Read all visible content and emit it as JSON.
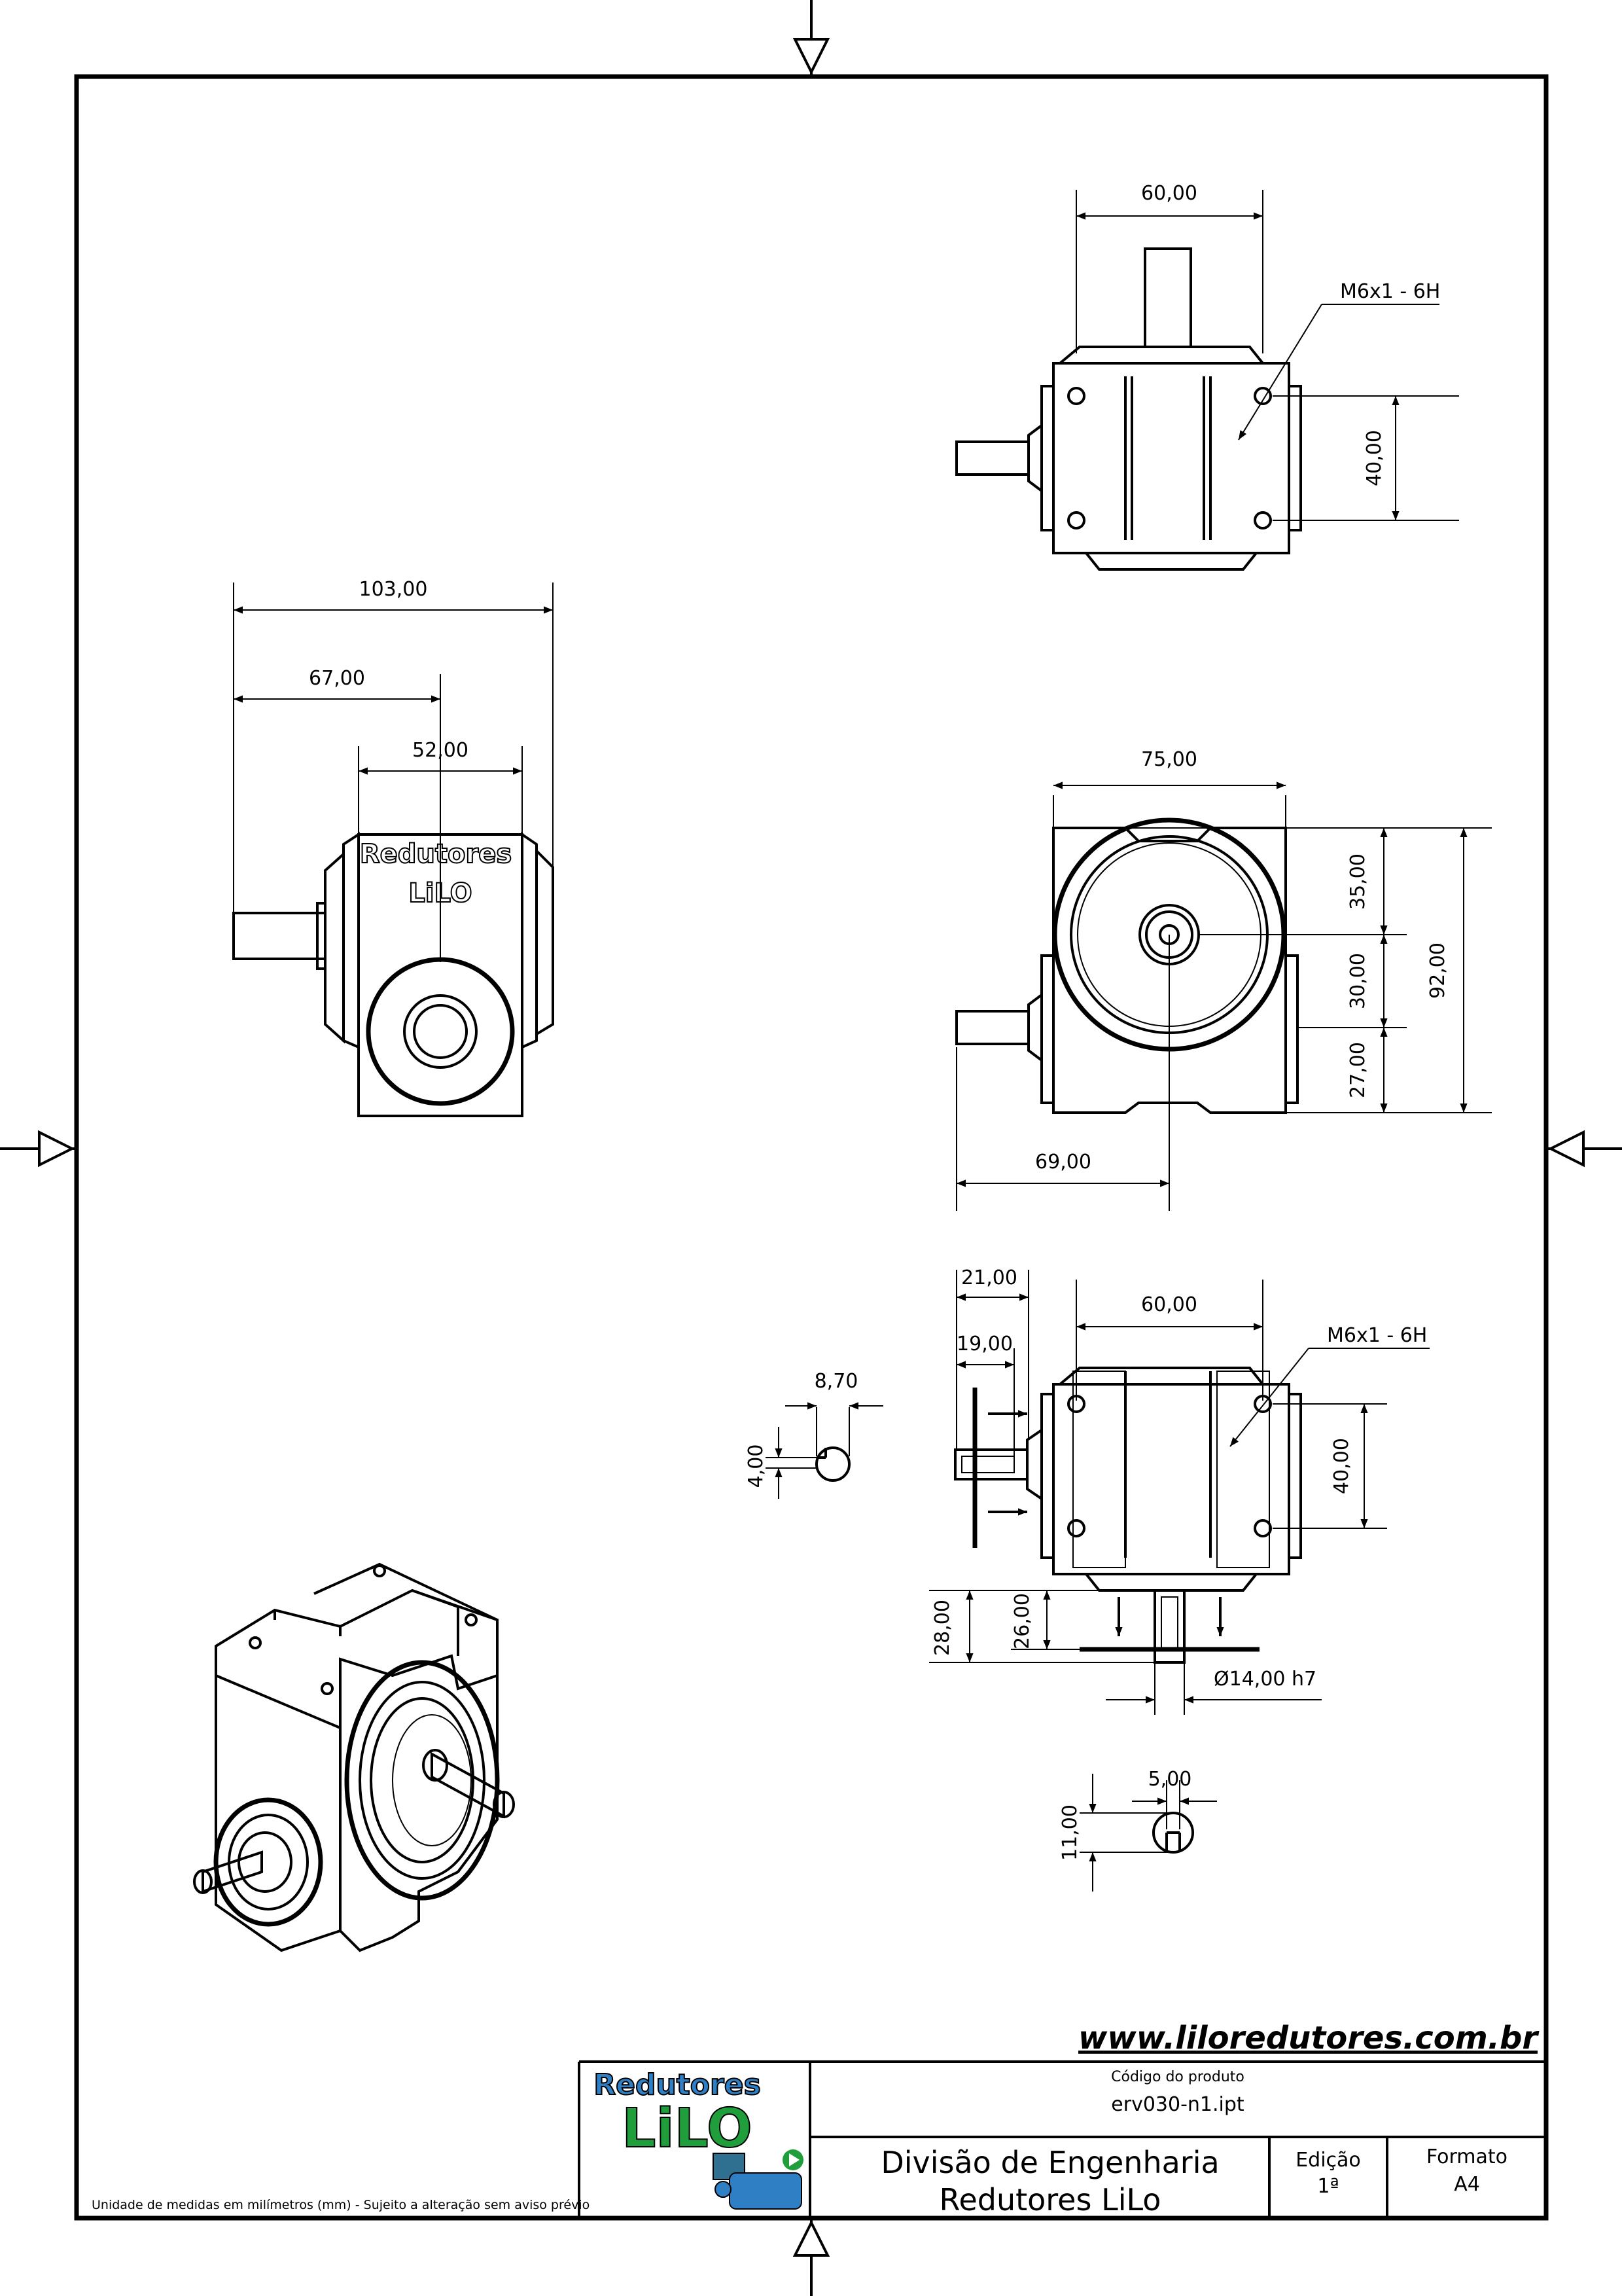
{
  "website": "www.liloredutores.com.br",
  "footer_note": "Unidade de medidas em milímetros (mm) - Sujeito a alteração sem aviso prévio",
  "logo": {
    "line1": "Redutores",
    "line2": "LiLO",
    "colors": {
      "primary": "#2f7fc4",
      "secondary": "#1f9e3b"
    }
  },
  "side_view_label": {
    "line1": "Redutores",
    "line2": "LiLO"
  },
  "title_block": {
    "code_label": "Código do produto",
    "code_value": "erv030-n1.ipt",
    "division_line1": "Divisão de Engenharia",
    "division_line2": "Redutores LiLo",
    "edition_label": "Edição",
    "edition_value": "1ª",
    "format_label": "Formato",
    "format_value": "A4"
  },
  "dimensions": {
    "top_width": "60,00",
    "top_thread": "M6x1 - 6H",
    "top_hole_spacing": "40,00",
    "side_total": "103,00",
    "side_shaft": "67,00",
    "side_body": "52,00",
    "front_width": "75,00",
    "front_upper": "35,00",
    "front_middle": "30,00",
    "front_lower": "27,00",
    "front_height": "92,00",
    "front_shaft_offset": "69,00",
    "bottom_shaft_len": "21,00",
    "bottom_shaft_key": "19,00",
    "bottom_width": "60,00",
    "bottom_thread": "M6x1 - 6H",
    "bottom_hole_spacing": "40,00",
    "key_small_width": "8,70",
    "key_small_depth": "4,00",
    "out_shaft_len": "28,00",
    "out_shaft_key": "26,00",
    "out_shaft_diam": "Ø14,00 h7",
    "key_large_width": "5,00",
    "key_large_depth": "11,00"
  }
}
